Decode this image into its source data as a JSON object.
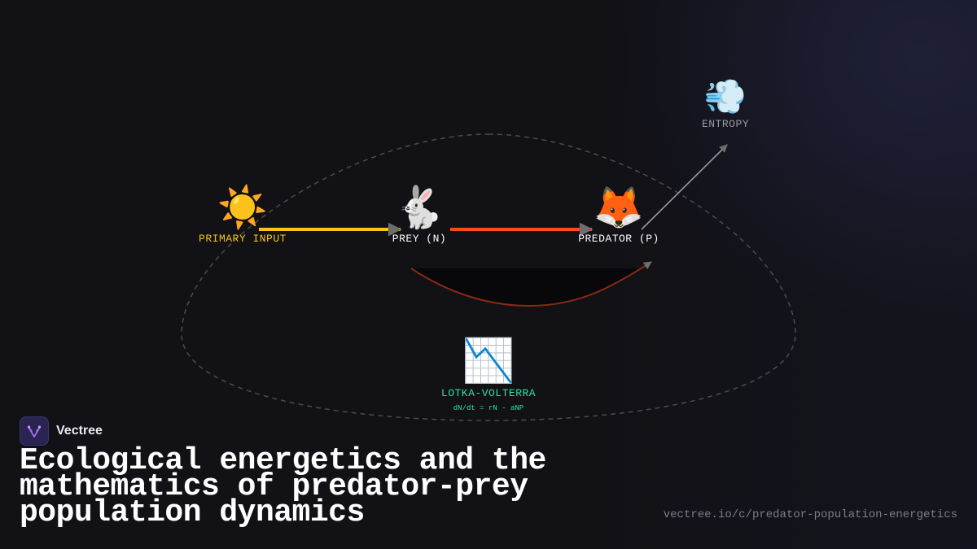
{
  "nodes": {
    "sun": {
      "icon": "sun-icon",
      "glyph": "☀️",
      "label": "PRIMARY INPUT",
      "color": "#f5c518"
    },
    "prey": {
      "icon": "rabbit-icon",
      "glyph": "🐇",
      "label": "PREY (N)",
      "color": "#ffffff"
    },
    "predator": {
      "icon": "fox-icon",
      "glyph": "🦊",
      "label": "PREDATOR (P)",
      "color": "#ffffff"
    },
    "entropy": {
      "icon": "dash-wind-icon",
      "glyph": "💨",
      "label": "ENTROPY",
      "color": "#9a9aa4"
    },
    "model": {
      "icon": "chart-decreasing-icon",
      "glyph": "📉",
      "label": "LOTKA-VOLTERRA",
      "equation": "dN/dt = rN - aNP",
      "color": "#2de0a6"
    }
  },
  "edge_colors": {
    "sun_to_prey": "#f5c518",
    "prey_to_predator": "#ff4a1c",
    "feedback_curve": "#8a2a12",
    "to_entropy": "#9a9aa4",
    "arrowhead": "#6e6e6e",
    "cycle_outline": "#4a4a50"
  },
  "brand": {
    "name": "Vectree",
    "logo_icon": "vectree-logo-icon",
    "logo_color": "#a36bf0"
  },
  "headline": "Ecological energetics and the mathematics of predator-prey population dynamics",
  "footer_url": "vectree.io/c/predator-population-energetics"
}
